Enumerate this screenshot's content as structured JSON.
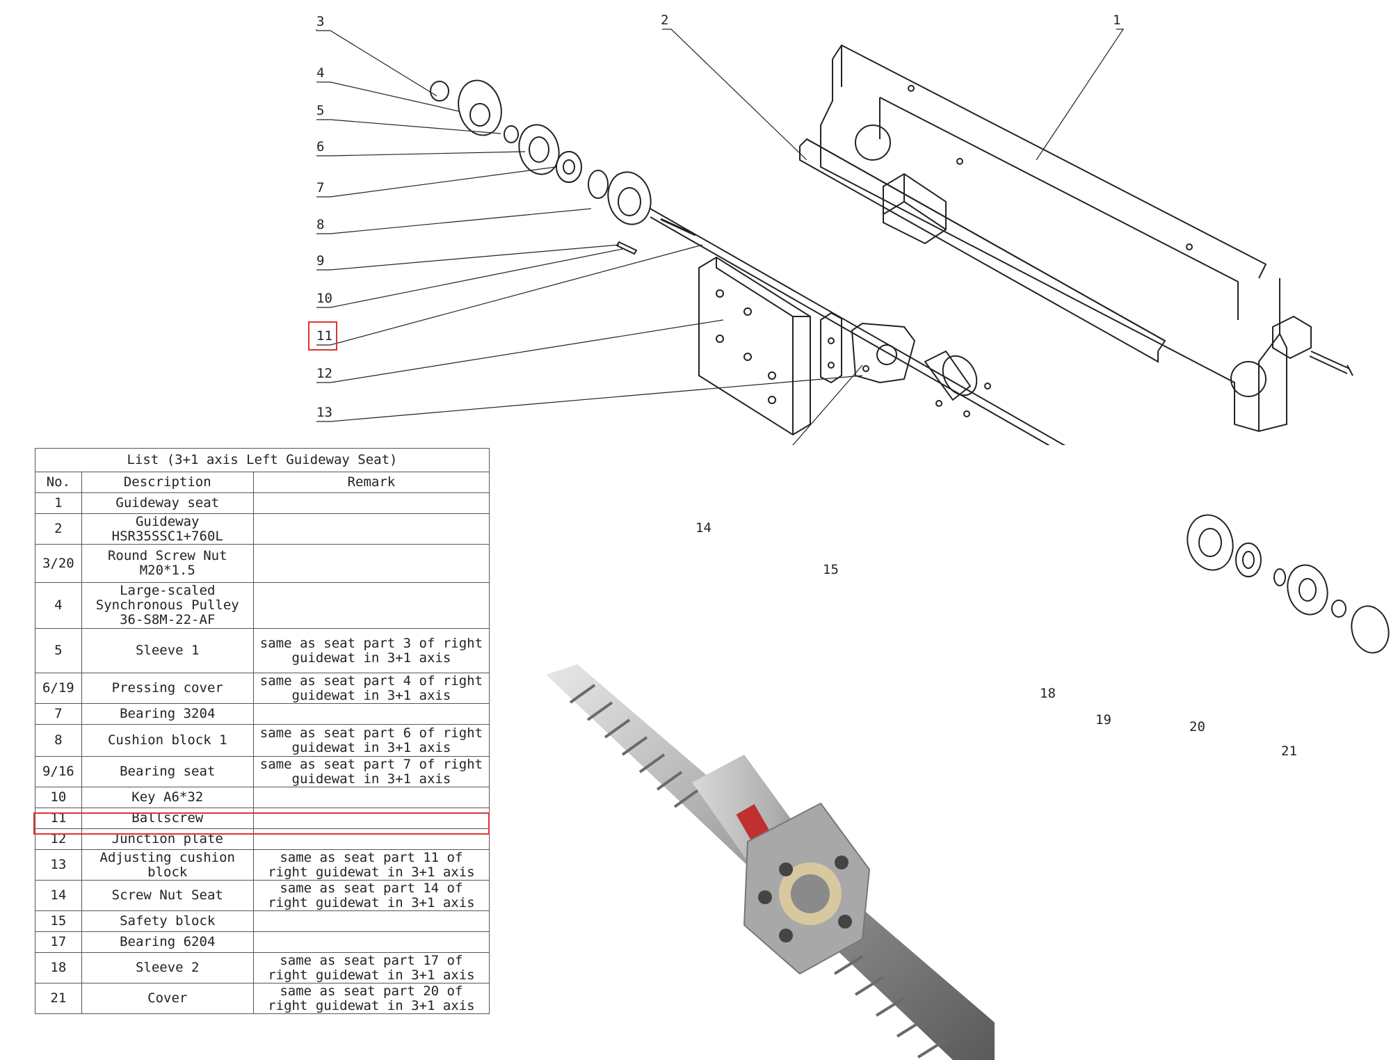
{
  "table": {
    "title": "List (3+1 axis Left Guideway Seat)",
    "headers": [
      "No.",
      "Description",
      "Remark"
    ],
    "rows": [
      {
        "no": "1",
        "desc": "Guideway seat",
        "remark": ""
      },
      {
        "no": "2",
        "desc": "Guideway HSR35SSC1+760L",
        "remark": ""
      },
      {
        "no": "3/20",
        "desc": "Round Screw Nut M20*1.5",
        "remark": ""
      },
      {
        "no": "4",
        "desc": "Large-scaled Synchronous Pulley 36-S8M-22-AF",
        "remark": ""
      },
      {
        "no": "5",
        "desc": "Sleeve 1",
        "remark": "same as seat part 3 of right guidewat in 3+1 axis"
      },
      {
        "no": "6/19",
        "desc": "Pressing cover",
        "remark": "same as seat part 4 of right guidewat in 3+1 axis"
      },
      {
        "no": "7",
        "desc": "Bearing 3204",
        "remark": ""
      },
      {
        "no": "8",
        "desc": "Cushion block 1",
        "remark": "same as seat part 6 of right guidewat in 3+1 axis"
      },
      {
        "no": "9/16",
        "desc": "Bearing seat",
        "remark": "same as seat part 7 of right guidewat in 3+1 axis"
      },
      {
        "no": "10",
        "desc": "Key A6*32",
        "remark": ""
      },
      {
        "no": "11",
        "desc": "Ballscrew",
        "remark": ""
      },
      {
        "no": "12",
        "desc": "Junction plate",
        "remark": ""
      },
      {
        "no": "13",
        "desc": "Adjusting cushion block",
        "remark": "same as seat part 11 of right guidewat in 3+1 axis"
      },
      {
        "no": "14",
        "desc": "Screw Nut Seat",
        "remark": "same as seat part 14 of right guidewat in 3+1 axis"
      },
      {
        "no": "15",
        "desc": "Safety block",
        "remark": ""
      },
      {
        "no": "17",
        "desc": "Bearing 6204",
        "remark": ""
      },
      {
        "no": "18",
        "desc": "Sleeve 2",
        "remark": "same as seat part 17 of right guidewat in 3+1 axis"
      },
      {
        "no": "21",
        "desc": "Cover",
        "remark": "same as seat part 20 of right guidewat in 3+1 axis"
      }
    ]
  },
  "callouts": {
    "c1": "1",
    "c2": "2",
    "c3": "3",
    "c4": "4",
    "c5": "5",
    "c6": "6",
    "c7": "7",
    "c8": "8",
    "c9": "9",
    "c10": "10",
    "c11": "11",
    "c12": "12",
    "c13": "13",
    "c14": "14",
    "c15": "15",
    "c18": "18",
    "c19": "19",
    "c20": "20",
    "c21": "21"
  },
  "highlight_color": "#d33333"
}
